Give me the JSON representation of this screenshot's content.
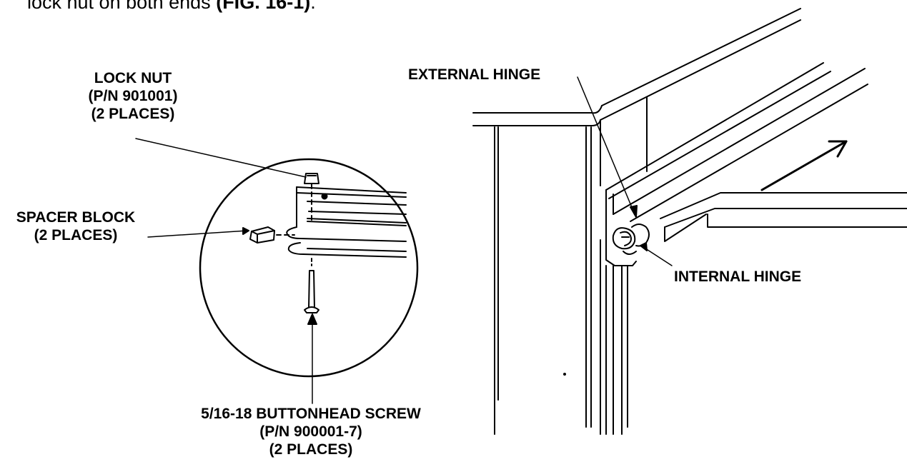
{
  "intro": {
    "text": "lock nut on both ends",
    "figure_ref": "(FIG. 16-1)",
    "trailing": "."
  },
  "labels": {
    "lock_nut": [
      "LOCK NUT",
      "(P/N 901001)",
      "(2 PLACES)"
    ],
    "spacer_block": [
      "SPACER BLOCK",
      "(2 PLACES)"
    ],
    "screw": [
      "5/16-18 BUTTONHEAD SCREW",
      "(P/N 900001-7)",
      "(2 PLACES)"
    ],
    "external_hinge": "EXTERNAL HINGE",
    "internal_hinge": "INTERNAL HINGE"
  }
}
